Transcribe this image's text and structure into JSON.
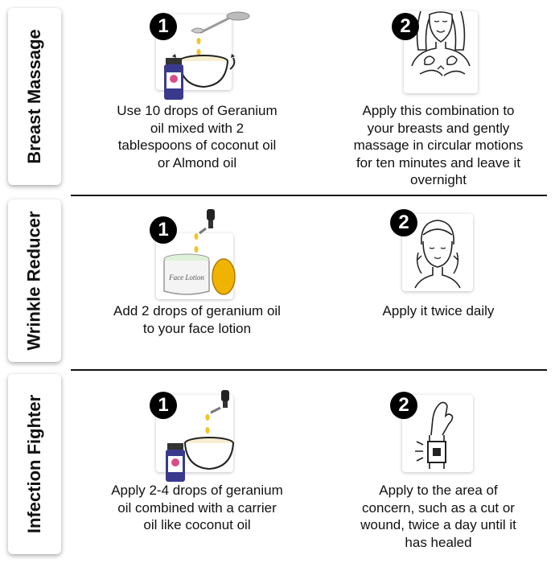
{
  "sections": [
    {
      "title": "Breast Massage",
      "steps": [
        {
          "number": "1",
          "icon": "oil-bowl-spoon-icon",
          "text_lines": [
            "Use 10 drops of Geranium",
            "oil mixed with 2",
            "tablespoons of coconut oil",
            "or Almond oil"
          ]
        },
        {
          "number": "2",
          "icon": "woman-massage-icon",
          "text_lines": [
            "Apply this combination to",
            "your breasts and gently",
            "massage in circular motions",
            "for ten minutes and leave it",
            "overnight"
          ]
        }
      ]
    },
    {
      "title": "Wrinkle Reducer",
      "steps": [
        {
          "number": "1",
          "icon": "face-lotion-jar-icon",
          "jar_label": "Face Lotion",
          "text_lines": [
            "Add 2 drops of geranium oil",
            "to your face lotion"
          ]
        },
        {
          "number": "2",
          "icon": "woman-face-icon",
          "text_lines": [
            "Apply it twice daily"
          ]
        }
      ]
    },
    {
      "title": "Infection Fighter",
      "steps": [
        {
          "number": "1",
          "icon": "oil-bowl-dropper-icon",
          "text_lines": [
            "Apply 2-4 drops of geranium",
            "oil combined with a carrier",
            "oil like coconut oil"
          ]
        },
        {
          "number": "2",
          "icon": "bandaged-wrist-icon",
          "text_lines": [
            "Apply to the area of",
            "concern, such as a cut or",
            "wound, twice a day until it",
            "has healed"
          ]
        }
      ]
    }
  ],
  "colors": {
    "bottle": "#3a3a8c",
    "bottle_label": "#d94c8a",
    "oil": "#f3c326",
    "jar_cap": "#f0b400",
    "cream": "#dff0d8"
  }
}
